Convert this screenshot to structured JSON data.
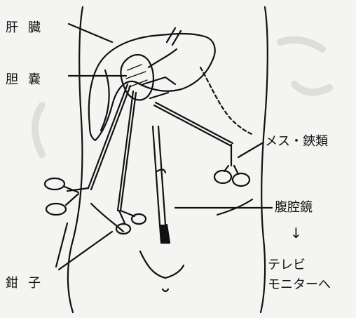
{
  "labels": {
    "liver": "肝臓",
    "gallbladder": "胆嚢",
    "forceps": "鉗子",
    "scalpel_forceps": "メス・鋏類",
    "laparoscope": "腹腔鏡",
    "arrow": "↓",
    "tv_line1": "テレビ",
    "tv_line2": "モニターへ"
  },
  "colors": {
    "ink": "#111111",
    "paper": "#f4f4f2",
    "smudge": "#c8c8c6"
  }
}
